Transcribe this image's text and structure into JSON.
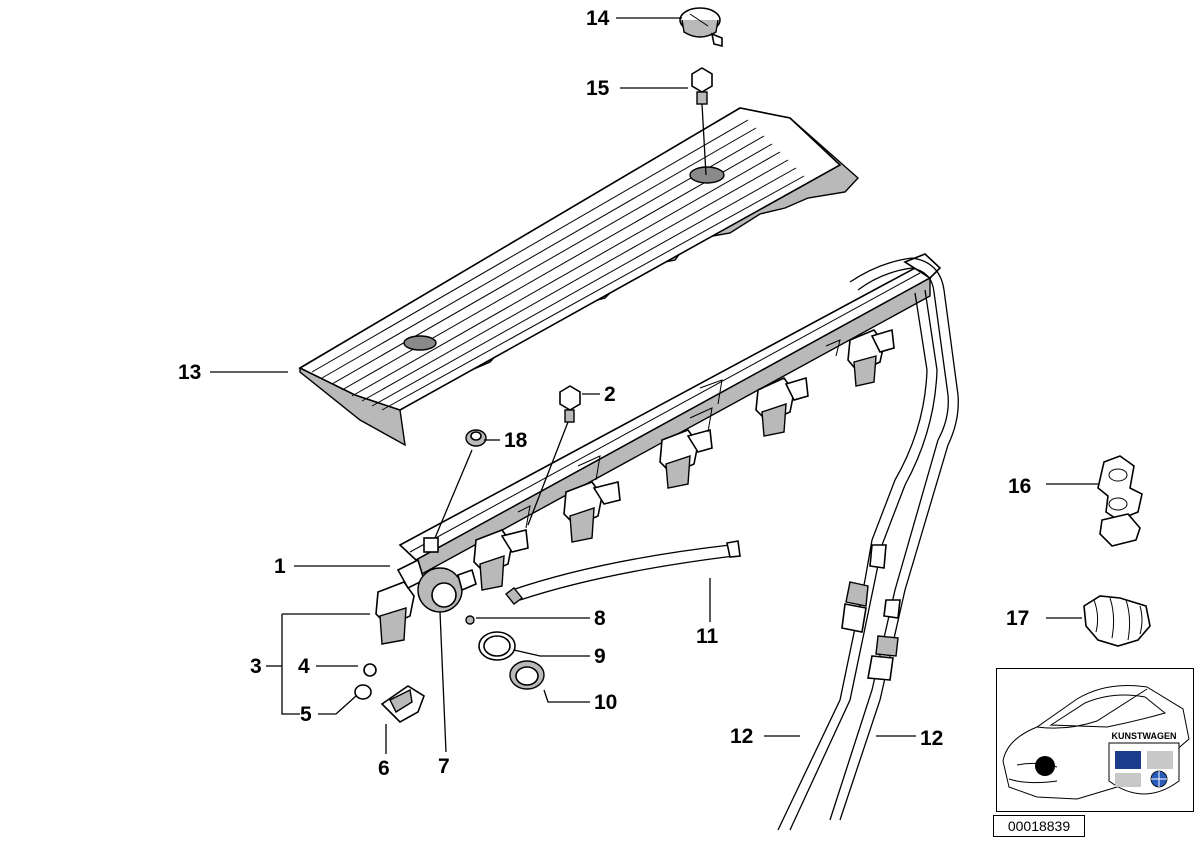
{
  "callouts": {
    "c1": "1",
    "c2": "2",
    "c3": "3",
    "c4": "4",
    "c5": "5",
    "c6": "6",
    "c7": "7",
    "c8": "8",
    "c9": "9",
    "c10": "10",
    "c11": "11",
    "c12a": "12",
    "c12b": "12",
    "c13": "13",
    "c14": "14",
    "c15": "15",
    "c16": "16",
    "c17": "17",
    "c18": "18"
  },
  "document_number": "00018839",
  "watermark_text": "KUNSTWAGEN"
}
